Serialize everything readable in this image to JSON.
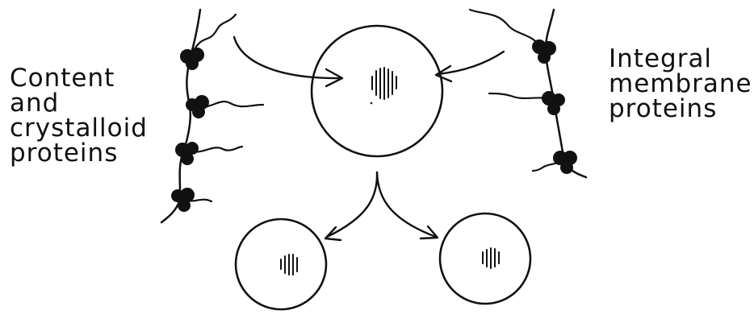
{
  "labels": {
    "left": [
      "Content",
      "and",
      "crystalloid",
      "proteins"
    ],
    "right": [
      "Integral",
      "membrane",
      "proteins"
    ]
  },
  "colors": {
    "ink": "#111111",
    "background": "#ffffff"
  },
  "icons": {
    "protein": "dark-blob-icon",
    "core": "striped-core-icon",
    "arrow": "curved-arrow-icon"
  }
}
